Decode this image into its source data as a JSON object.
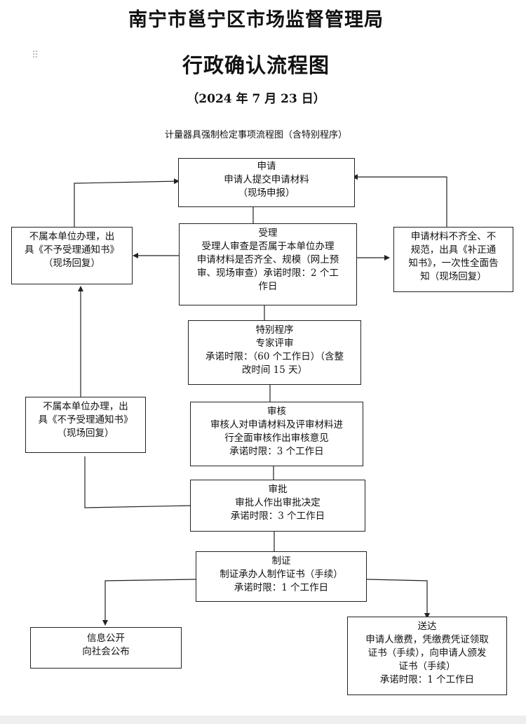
{
  "header": {
    "title_line1": "南宁市邕宁区市场监督管理局",
    "title_line2": "行政确认流程图",
    "date": "（2024 年 7 月 23 日）",
    "subtitle": "计量器具强制检定事项流程图（含特别程序）"
  },
  "boxes": {
    "apply": [
      "申请",
      "申请人提交申请材料",
      "（现场申报）"
    ],
    "accept": [
      "受理",
      "受理人审查是否属于本单位办理",
      "申请材料是否齐全、规模（网上预",
      "审、现场审查）承诺时限：2 个工",
      "作日"
    ],
    "reject1": [
      "不属本单位办理，出",
      "具《不予受理通知书》",
      "（现场回复）"
    ],
    "supplement": [
      "申请材料不齐全、不",
      "规范，出具《补正通",
      "知书》，一次性全面告",
      "知（现场回复）"
    ],
    "special": [
      "特别程序",
      "专家评审",
      "承诺时限：（60 个工作日）（含整",
      "改时间 15 天）"
    ],
    "reject2": [
      "不属本单位办理，出",
      "具《不予受理通知书》",
      "（现场回复）"
    ],
    "review": [
      "审核",
      "审核人对申请材料及评审材料进",
      "行全面审核作出审核意见",
      "承诺时限：3 个工作日"
    ],
    "approve": [
      "审批",
      "审批人作出审批决定",
      "承诺时限：3 个工作日"
    ],
    "certify": [
      "制证",
      "制证承办人制作证书（手续）",
      "承诺时限：1 个工作日"
    ],
    "publish": [
      "信息公开",
      "向社会公布"
    ],
    "deliver": [
      "送达",
      "申请人缴费，凭缴费凭证领取",
      "证书（手续），向申请人颁发",
      "证书（手续）",
      "承诺时限：1 个工作日"
    ]
  }
}
